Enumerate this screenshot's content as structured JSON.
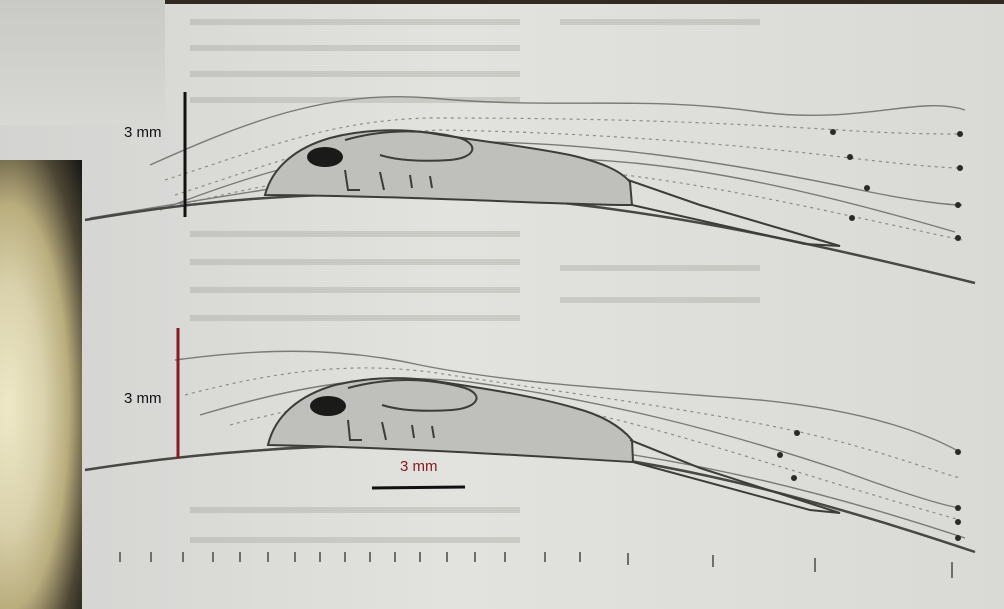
{
  "figure": {
    "top_panel": {
      "scale_label": "3 mm"
    },
    "bottom_panel": {
      "vertical_scale_label": "3 mm",
      "horizontal_scale_label": "3 mm"
    }
  },
  "colors": {
    "black_bar": "#111111",
    "red_bar": "#8a1a22",
    "red_label": "#8a1a22"
  }
}
